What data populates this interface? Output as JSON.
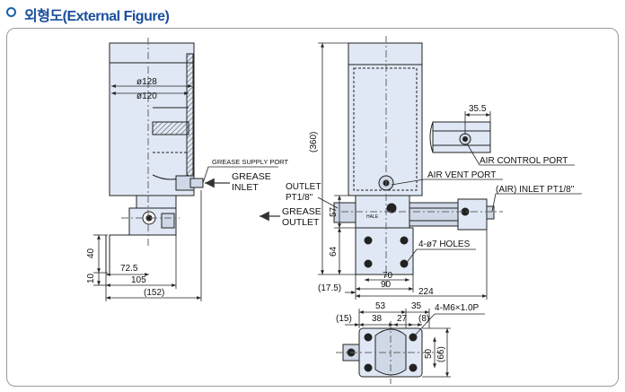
{
  "header": {
    "title": "외형도(External Figure)"
  },
  "left_view": {
    "dims": {
      "d128": "ø128",
      "d120": "ø120",
      "h40": "40",
      "h10": "10",
      "w72": "72.5",
      "w105": "105",
      "w152": "(152)"
    },
    "labels": {
      "supply_port": "GREASE SUPPLY PORT",
      "grease_inlet_1": "GREASE",
      "grease_inlet_2": "INLET",
      "grease_outlet_1": "GREASE",
      "grease_outlet_2": "OUTLET"
    }
  },
  "right_view": {
    "dims": {
      "h360": "(360)",
      "h57": "57",
      "h64": "64",
      "w35_5": "35.5",
      "w70": "70",
      "w90": "90",
      "w17_5": "(17.5)",
      "w224": "224"
    },
    "labels": {
      "air_control": "AIR CONTROL PORT",
      "air_vent": "AIR VENT PORT",
      "air_inlet": "(AIR) INLET PT1/8\"",
      "outlet_1": "OUTLET",
      "outlet_2": "PT1/8\"",
      "holes": "4-ø7 HOLES"
    }
  },
  "base_view": {
    "dims": {
      "w53": "53",
      "w35": "35",
      "w15": "(15)",
      "w38": "38",
      "w27": "27",
      "w8": "(8)",
      "h50": "50",
      "h66": "(66)"
    },
    "labels": {
      "thread": "4-M6×1.0P"
    }
  }
}
